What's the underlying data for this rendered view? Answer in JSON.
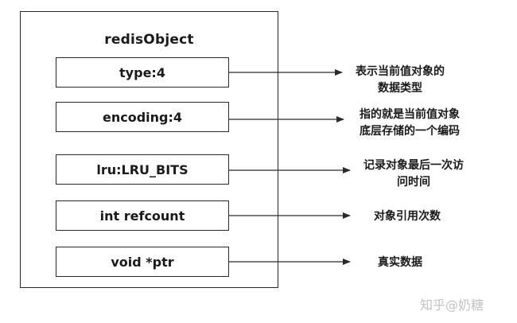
{
  "diagram": {
    "title": "redisObject",
    "fields": [
      {
        "label": "type:4",
        "description_lines": [
          "表示当前值对象的",
          "数据类型"
        ]
      },
      {
        "label": "encoding:4",
        "description_lines": [
          "指的就是当前值对象",
          "底层存储的一个编码"
        ]
      },
      {
        "label": "lru:LRU_BITS",
        "description_lines": [
          "记录对象最后一次访",
          "问时间"
        ]
      },
      {
        "label": "int refcount",
        "description_lines": [
          "对象引用次数"
        ]
      },
      {
        "label": "void *ptr",
        "description_lines": [
          "真实数据"
        ]
      }
    ]
  },
  "watermark": "知乎@奶糖",
  "colors": {
    "line": "#2a2a2a",
    "text": "#1a1a1a",
    "watermark": "#b8b8b8"
  }
}
